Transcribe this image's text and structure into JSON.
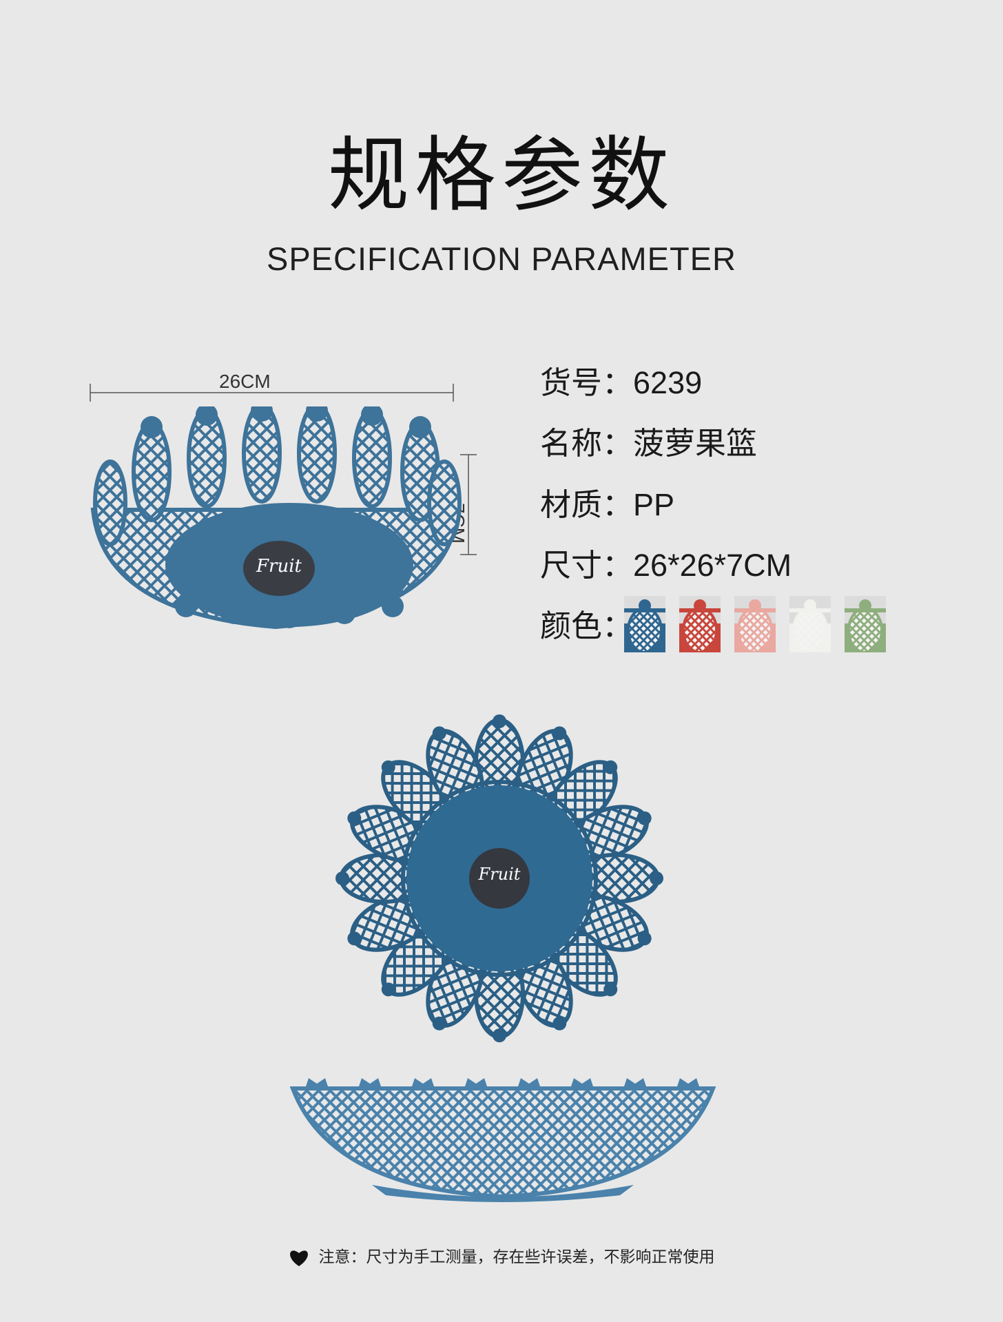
{
  "title": {
    "cn": "规格参数",
    "en": "SPECIFICATION PARAMETER"
  },
  "dimensions": {
    "width": "26CM",
    "height": "7CM"
  },
  "specs": [
    {
      "label": "货号：",
      "value": "6239"
    },
    {
      "label": "名称：",
      "value": "菠萝果篮"
    },
    {
      "label": "材质：",
      "value": "PP"
    },
    {
      "label": "尺寸：",
      "value": "26*26*7CM"
    },
    {
      "label": "颜色：",
      "value": ""
    }
  ],
  "colors": [
    "#2f6690",
    "#c8463c",
    "#e9a8a0",
    "#f1f1ee",
    "#8fae7e"
  ],
  "product_tag": {
    "script": "Fruit"
  },
  "note": "注意：尺寸为手工测量，存在些许误差，不影响正常使用",
  "accent": {
    "basket": "#3e739a",
    "basket_dark": "#2b5f85",
    "line": "#555555"
  },
  "icons": {
    "note": "heart-icon"
  }
}
